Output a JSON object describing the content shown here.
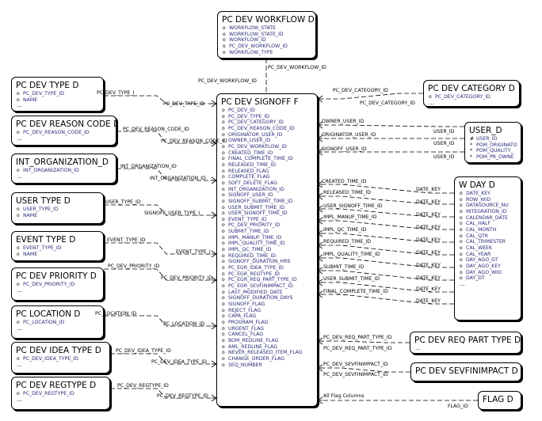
{
  "entities": {
    "workflow": {
      "title": "PC DEV WORKFLOW D",
      "attrs": [
        "WORKFLOW_STATE",
        "WORKFLOW_STATE_ID",
        "WORKFLOW_ID",
        "PC_DEV_WORKFLOW_ID",
        "WORKFLOW_TYPE"
      ],
      "more": "..."
    },
    "signoff": {
      "title": "PC DEV SIGNOFF F",
      "attrs": [
        "PC_DEV_ID",
        "PC_DEV_TYPE_ID",
        "PC_DEV_CATEGORY_ID",
        "PC_DEV_REASON_CODE_ID",
        "ORIGINATOR_USER_ID",
        "OWNER_USER_ID",
        "PC_DEV_WORKFLOW_ID",
        "CREATED_TIME_ID",
        "FINAL_COMPLETE_TIME_ID",
        "RELEASED_TIME_ID",
        "RELEASED_FLAG",
        "COMPLETE_FLAG",
        "SOFT_DELETE_FLAG",
        "INT_ORGANIZATION_ID",
        "SIGNOFF_USER_ID",
        "SIGNOFF_SUBMIT_TIME_ID",
        "USER_SUBMIT_TIME_ID",
        "USER_SIGNOFF_TIME_ID",
        "EVENT_TYPE_ID",
        "PC_DEV_PRIORITY_ID",
        "SUBMIT_TIME_ID",
        "IMPL_MANUF_TIME_ID",
        "IMPL_QUALITY_TIME_ID",
        "IMPL_QC_TIME_ID",
        "REQUIRED_TIME_ID",
        "SIGNOFF_DURATION_HRS",
        "PC_EGR_IDEA_TYPE_ID",
        "PC_EGR_REGTYPE_ID",
        "PC_EGR_REQ_PART_TYPE_ID",
        "PC_EGR_SEVFINIMPACT_ID",
        "LAST_MODIFIED_DATE",
        "SIGNOFF_DURATION_DAYS",
        "SIGNOFF_FLAG",
        "REJECT_FLAG",
        "CAPA_FLAG",
        "PROGRAM_FLAG",
        "URGENT_FLAG",
        "CANCEL_FLAG",
        "BOM_REDLINE_FLAG",
        "AML_REDLINE_FLAG",
        "NEVER_RELEASED_ITEM_FLAG",
        "CHANGE_ORDER_FLAG",
        "SEQ_NUMBER"
      ]
    },
    "dev_type": {
      "title": "PC DEV TYPE D",
      "attrs": [
        "PC_DEV_TYPE_ID",
        "NAME"
      ],
      "more": "..."
    },
    "reason_code": {
      "title": "PC DEV REASON CODE D",
      "attrs": [
        "PC_DEV_REASON_CODE_ID"
      ],
      "more": "..."
    },
    "int_org": {
      "title": "INT_ORGANIZATION_D",
      "attrs": [
        "INT_ORGANIZATION_ID"
      ],
      "more": "..."
    },
    "user_type": {
      "title": "USER TYPE D",
      "attrs": [
        "USER_TYPE_ID",
        "NAME"
      ]
    },
    "event_type": {
      "title": "EVENT TYPE D",
      "attrs": [
        "EVENT_TYPE_ID",
        "NAME"
      ]
    },
    "priority": {
      "title": "PC DEV PRIORITY D",
      "attrs": [
        "PC_DEV_PRIORITY_ID"
      ],
      "more": "..."
    },
    "location": {
      "title": "PC LOCATION D",
      "attrs": [
        "PC_LOCATION_ID"
      ],
      "more": "..."
    },
    "idea_type": {
      "title": "PC DEV IDEA TYPE D",
      "attrs": [
        "PC_DEV_IDEA_TYPE_ID"
      ],
      "more": "..."
    },
    "regtype": {
      "title": "PC DEV REGTYPE D",
      "attrs": [
        "PC_DEV_REGTYPE_ID"
      ],
      "more": "..."
    },
    "category": {
      "title": "PC DEV CATEGORY D",
      "attrs": [
        "PC_DEV_CATEGORY_ID"
      ],
      "more": "..."
    },
    "user_d": {
      "title": "USER_D",
      "attrs": [
        "USER_ID",
        "POM_ORIGINATO",
        "POM_QUALITY_",
        "POM_PR_OWNE"
      ],
      "marks": [
        "#",
        "*",
        "*",
        "*"
      ]
    },
    "wday": {
      "title": "W DAY D",
      "attrs": [
        "DATE_KEY",
        "ROW_WID",
        "DATASOURCE_NU",
        "INTEGRATION_ID",
        "CALENDAR_DATE",
        "CAL_HALF",
        "CAL_MONTH",
        "CAL_QTR",
        "CAL_TRIMESTER",
        "CAL_WEEK",
        "CAL_YEAR",
        "DAY_AGO_DT",
        "DAY_AGO_KEY",
        "DAY_AGO_WID",
        "DAY_DT"
      ],
      "more": "..."
    },
    "req_part": {
      "title": "PC DEV REQ PART TYPE D",
      "more": "..."
    },
    "sevfin": {
      "title": "PC DEV SEVFINIMPACT D"
    },
    "flag": {
      "title": "FLAG D"
    }
  },
  "relationships": {
    "workflow": {
      "a": "PC_DEV_WORKFLOW_ID",
      "b": "PC_DEV_WORKFLOW_ID"
    },
    "dev_type": {
      "a": "PC_DEV_TYPE_I",
      "b": "PC_DEV_TYPE_ID"
    },
    "reason_code": {
      "a": "PC_DEV_REASON_CODE_ID",
      "b": "PC_DEV_REASON_CODE_ID"
    },
    "int_org": {
      "a": "INT_ORGANIZATION_ID",
      "b": "INT_ORGANIZATION_ID"
    },
    "user_type": {
      "a": "USER_TYPE_ID",
      "b": "SIGNOFF_USER_TYPE_I"
    },
    "event_type": {
      "a": "EVENT_TYPE_ID",
      "b": "EVENT_TYPE_I"
    },
    "priority": {
      "a": "PC_DEV_PRIORITY_ID",
      "b": "PC_DEV_PRIORITY_ID"
    },
    "location": {
      "a": "PC_LOCATION_ID",
      "b": "PC_LOCATION_ID"
    },
    "idea_type": {
      "a": "PC_DEV_IDEA_TYPE_ID",
      "b": "PC_DEV_IDEA_TYPE_ID"
    },
    "regtype": {
      "a": "PC_DEV_REGTYPE_ID",
      "b": "PC_DEV_REGTYPE_ID"
    },
    "category": {
      "a": "PC_DEV_CATEGORY_ID",
      "b": "PC_DEV_CATEGORY_ID"
    },
    "owner": {
      "a": "OWNER_USER_ID",
      "b": "USER_ID"
    },
    "originator": {
      "a": "ORIGINATOR_USER_ID",
      "b": "USER_ID"
    },
    "signoff_user": {
      "a": "SIGNOFF_USER_ID",
      "b": "USER_ID"
    },
    "created_time": {
      "a": "CREATED_TIME_ID",
      "b": "DATE_KEY"
    },
    "released_time": {
      "a": "RELEASED_TIME_ID",
      "b": "DATE_KEY"
    },
    "user_signoff_time": {
      "a": "USER_SIGNOFF_TIME_ID",
      "b": "DATE_KEY"
    },
    "impl_manuf_time": {
      "a": "IMPL_MANUF_TIME_ID",
      "b": "DATE_KEY"
    },
    "impl_qc_time": {
      "a": "IMPL_QC_TIME_ID",
      "b": "DATE_KEY"
    },
    "required_time": {
      "a": "REQUIRED_TIME_ID",
      "b": "DATE_KEY"
    },
    "impl_quality_time": {
      "a": "IMPL_QUALITY_TIME_ID",
      "b": "DATE_KEY"
    },
    "submit_time": {
      "a": "SUBMIT_TIME_ID",
      "b": "DATE_KEY"
    },
    "user_submit_time": {
      "a": "USER_SUBMIT_TIME_ID",
      "b": "DATE_KEY"
    },
    "final_complete_time": {
      "a": "FINAL_COMPLETE_TIME_ID",
      "b": "DATE_KEY"
    },
    "req_part": {
      "a": "PC_DEV_REQ_PART_TYPE_ID",
      "b": "PC_DEV_REQ_PART_TYPE_ID"
    },
    "sevfin": {
      "a": "PC_DEV_SEVFINIMPACT_ID",
      "b": "PC_DEV_SEVFINIMPACT_ID"
    },
    "flag": {
      "a": "All Flag Columns",
      "b": "FLAG_ID"
    }
  },
  "colors": {
    "attr_text": "#2a2a7a",
    "line": "#000000"
  }
}
